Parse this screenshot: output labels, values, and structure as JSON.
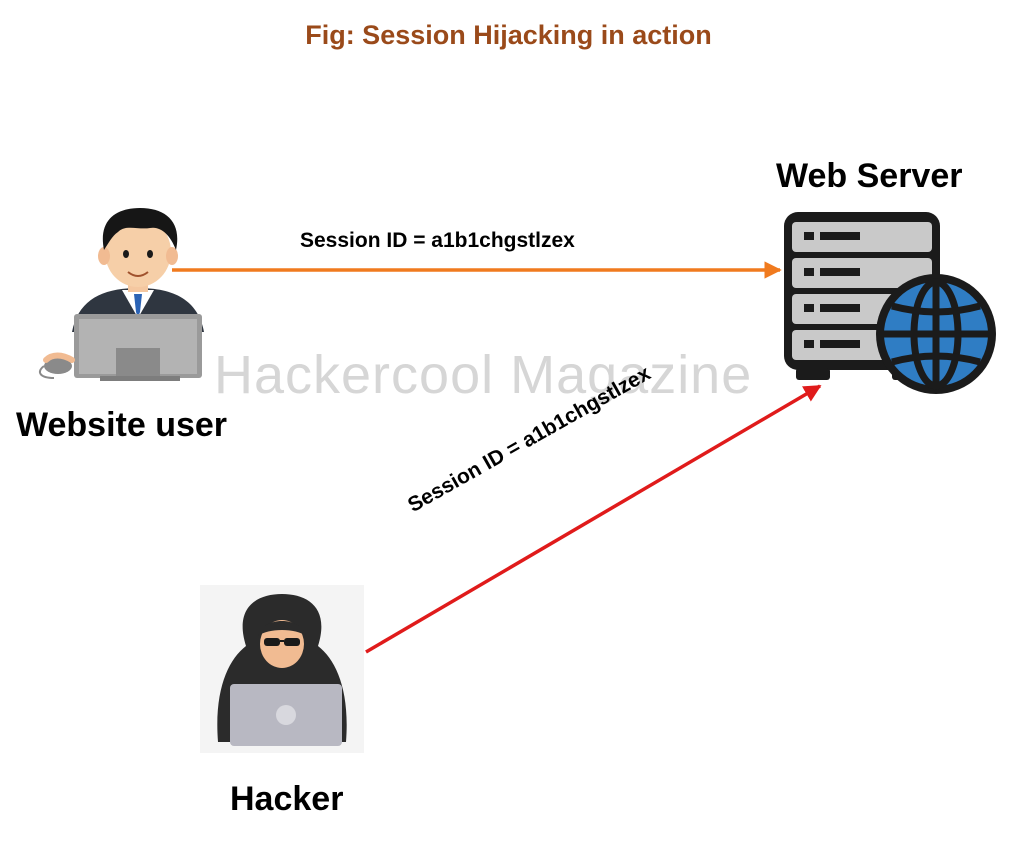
{
  "title": "Fig: Session Hijacking in action",
  "watermark": "Hackercool Magazine",
  "nodes": {
    "user": {
      "label": "Website user"
    },
    "server": {
      "label": "Web Server"
    },
    "hacker": {
      "label": "Hacker"
    }
  },
  "edges": [
    {
      "from": "user",
      "to": "server",
      "label": "Session ID = a1b1chgstlzex",
      "color": "#f07a1e"
    },
    {
      "from": "hacker",
      "to": "server",
      "label": "Session ID = a1b1chgstlzex",
      "color": "#e01b1b"
    }
  ],
  "colors": {
    "title": "#9a4a1a",
    "globe": "#2f7dc4",
    "server_body": "#c9c9c9"
  },
  "icons": [
    "businessman-icon",
    "laptop-icon",
    "mouse-icon",
    "server-rack-icon",
    "globe-icon",
    "hooded-hacker-icon"
  ]
}
